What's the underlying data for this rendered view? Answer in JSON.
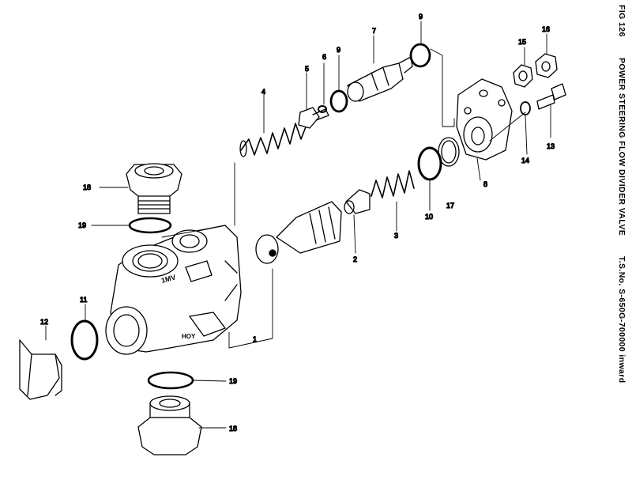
{
  "figure": {
    "fig_label": "FIG 126",
    "title": "POWER STEERING FLOW DIVIDER VALVE",
    "serial": "T.S.No. S-650G-700000 inward"
  },
  "callouts": {
    "c1": "1",
    "c2": "2",
    "c3": "3",
    "c4": "4",
    "c5": "5",
    "c6": "6",
    "c7": "7",
    "c8": "8",
    "c9a": "9",
    "c9b": "9",
    "c10": "10",
    "c11": "11",
    "c12": "12",
    "c13": "13",
    "c14": "14",
    "c15": "15",
    "c16": "16",
    "c17": "17",
    "c18a": "18",
    "c18b": "18",
    "c19a": "19",
    "c19b": "19"
  },
  "colors": {
    "ink": "#000000",
    "paper": "#ffffff"
  }
}
